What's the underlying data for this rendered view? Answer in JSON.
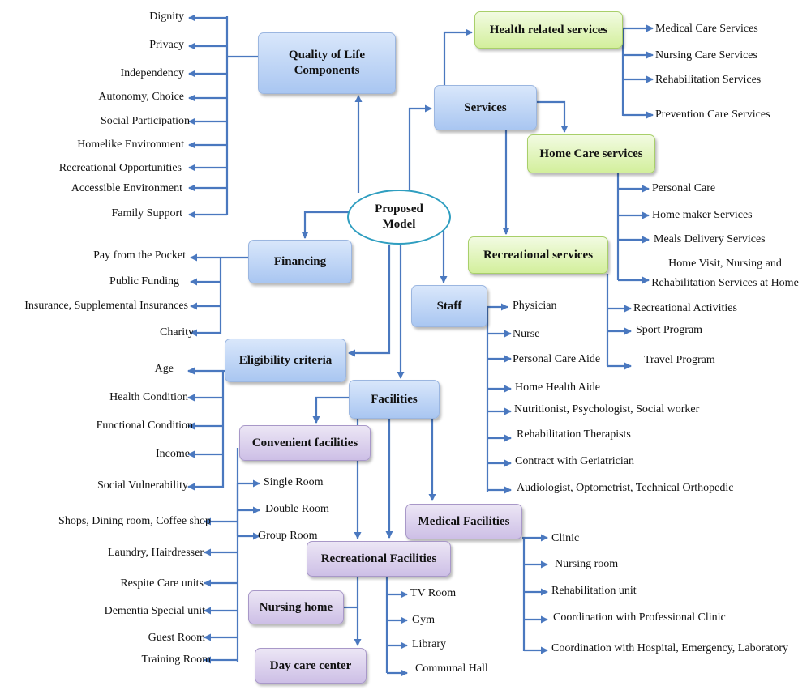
{
  "center": {
    "line1": "Proposed",
    "line2": "Model"
  },
  "nodes": {
    "quality_line1": "Quality of Life",
    "quality_line2": "Components",
    "financing": "Financing",
    "eligibility": "Eligibility criteria",
    "facilities": "Facilities",
    "convenient_facilities": "Convenient facilities",
    "medical_facilities": "Medical Facilities",
    "recreational_facilities": "Recreational Facilities",
    "nursing_home": "Nursing home",
    "day_care_center": "Day care center",
    "services": "Services",
    "health_related_services": "Health related services",
    "home_care_services": "Home Care services",
    "recreational_services": "Recreational services",
    "staff": "Staff"
  },
  "quality_items": [
    "Dignity",
    "Privacy",
    "Independency",
    "Autonomy, Choice",
    "Social Participation",
    "Homelike Environment",
    "Recreational Opportunities",
    "Accessible Environment",
    "Family Support"
  ],
  "financing_items": [
    "Pay from the Pocket",
    "Public Funding",
    "Insurance, Supplemental Insurances",
    "Charity"
  ],
  "eligibility_items": [
    "Age",
    "Health Condition",
    "Functional Condition",
    "Income",
    "Social Vulnerability"
  ],
  "convenient_right_items": [
    "Single Room",
    "Double Room",
    "Group Room"
  ],
  "convenient_left_items": [
    "Shops, Dining room, Coffee shop",
    "Laundry, Hairdresser",
    "Respite Care units",
    "Dementia Special unit",
    "Guest Room",
    "Training Room"
  ],
  "recreational_facility_items": [
    "TV Room",
    "Gym",
    "Library",
    "Communal Hall"
  ],
  "medical_facility_items": [
    "Clinic",
    "Nursing room",
    "Rehabilitation unit",
    "Coordination with Professional Clinic",
    "Coordination with Hospital, Emergency, Laboratory"
  ],
  "health_service_items": [
    "Medical Care Services",
    "Nursing Care Services",
    "Rehabilitation Services",
    "Prevention Care Services"
  ],
  "home_care_items": [
    "Personal Care",
    "Home maker Services",
    "Meals  Delivery Services",
    "Home Visit, Nursing and",
    "Rehabilitation Services at Home"
  ],
  "recreational_service_items": [
    "Recreational Activities",
    "Sport Program",
    "Travel Program"
  ],
  "staff_items": [
    "Physician",
    "Nurse",
    "Personal Care Aide",
    "Home Health Aide",
    "Nutritionist, Psychologist, Social worker",
    "Rehabilitation Therapists",
    "Contract with Geriatrician",
    "Audiologist, Optometrist, Technical Orthopedic"
  ],
  "colors": {
    "connector": "#4a78bf",
    "center_border": "#2f9ec0",
    "main_node": "#b4cdf3",
    "service_node": "#d7f0a4",
    "facility_node": "#d2c5e8"
  }
}
